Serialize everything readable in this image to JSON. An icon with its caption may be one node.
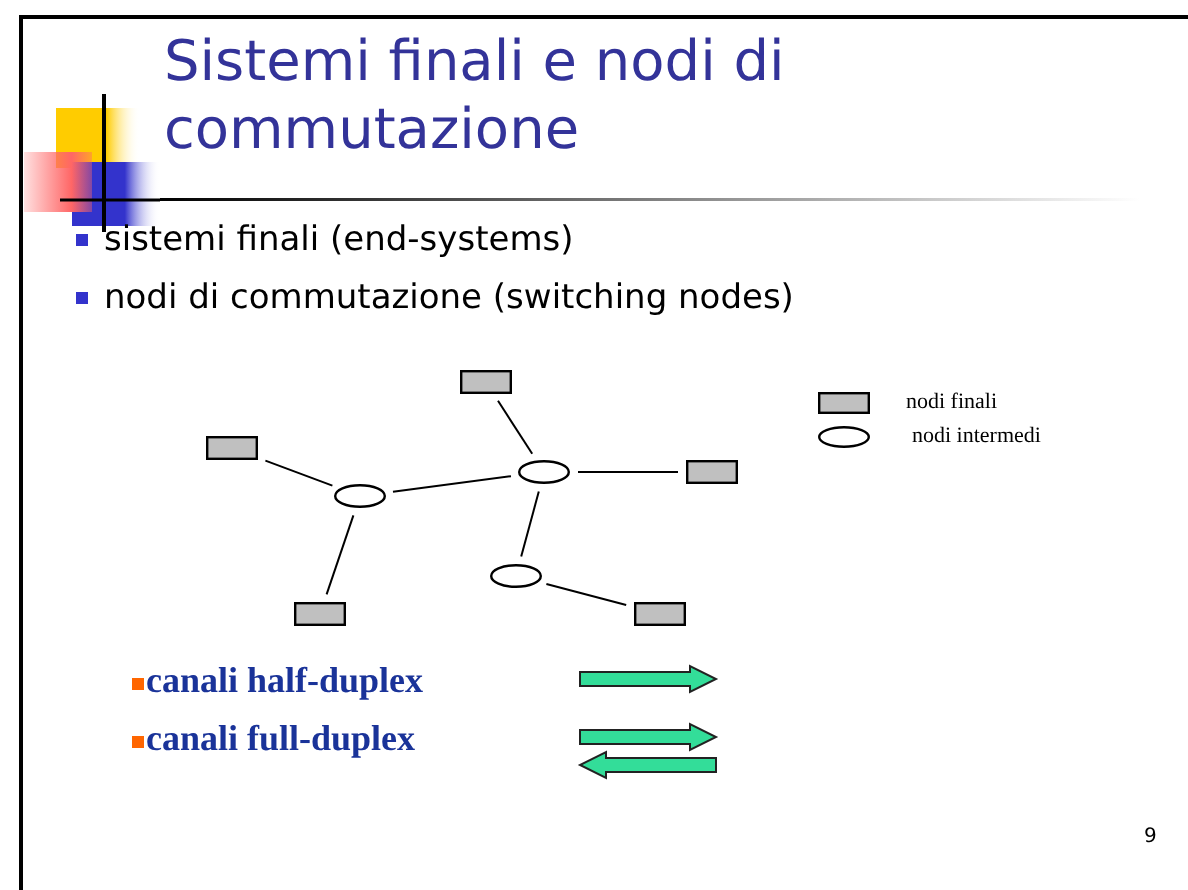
{
  "diagram": {
    "title": "Sistemi finali e nodi di commutazione",
    "nodes": [
      {
        "text": [],
        "shape": "box"
      },
      {
        "text": [],
        "shape": "box"
      },
      {
        "text": [],
        "shape": "ellipse"
      },
      {
        "text": [],
        "shape": "box"
      },
      {
        "text": [],
        "shape": "ellipse"
      },
      {
        "text": [],
        "shape": "ellipse"
      },
      {
        "text": [],
        "shape": "box"
      },
      {
        "text": [],
        "shape": "box"
      }
    ],
    "edges": [
      {
        "from": 0,
        "to": 2,
        "arrow": "none"
      },
      {
        "from": 2,
        "to": 1,
        "arrow": "none"
      },
      {
        "from": 2,
        "to": 5,
        "arrow": "none"
      },
      {
        "from": 3,
        "to": 5,
        "arrow": "none"
      },
      {
        "from": 5,
        "to": 7,
        "arrow": "none"
      },
      {
        "from": 5,
        "to": 4,
        "arrow": "none"
      },
      {
        "from": 4,
        "to": 6,
        "arrow": "none"
      }
    ],
    "labels": [
      "sistemi finali (end-systems)",
      "nodi di commutazione (switching nodes)",
      "canali half-duplex",
      "canali full-duplex",
      "9"
    ],
    "legend": [
      {
        "text": "nodi finali",
        "color": "#c0c0c0"
      },
      {
        "text": "nodi intermedi"
      }
    ]
  }
}
